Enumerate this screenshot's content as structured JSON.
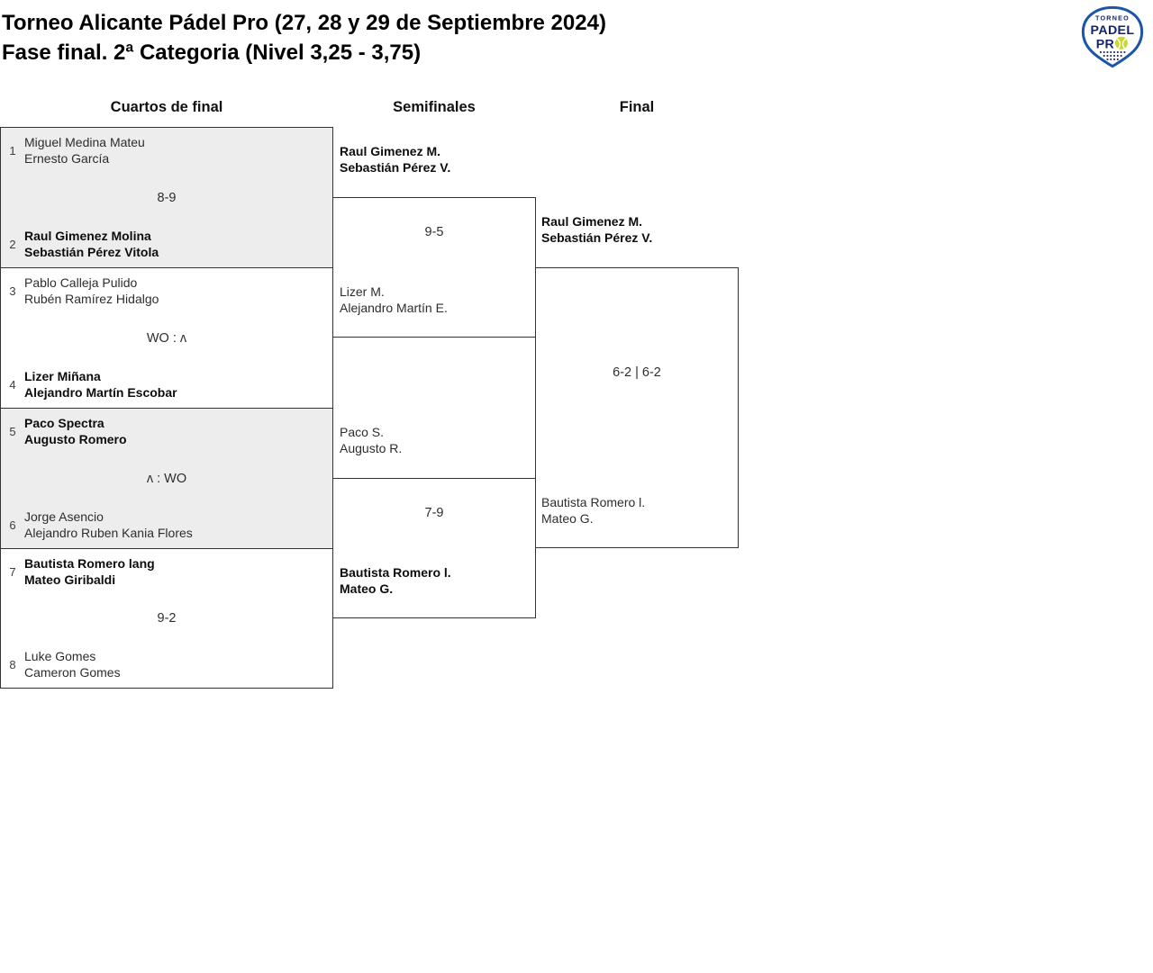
{
  "page_title": {
    "line1": "Torneo Alicante Pádel Pro (27, 28 y 29 de Septiembre 2024)",
    "line2": "Fase final. 2ª Categoria (Nivel 3,25 - 3,75)"
  },
  "logo": {
    "word_top": "TORNEO",
    "word_main": "PADEL",
    "word_sub": "PR",
    "ball_icon": "padel-ball-icon",
    "navy": "#15236b",
    "blue": "#1d55a8",
    "ball_green": "#c9d92e"
  },
  "round_headers": {
    "quarterfinals": "Cuartos de final",
    "semifinals": "Semifinales",
    "final": "Final"
  },
  "bracket": {
    "quarterfinals": [
      {
        "seed_top": "1",
        "top_player1": "Miguel Medina Mateu",
        "top_player2": "Ernesto García",
        "top_winner": false,
        "score": "8-9",
        "seed_bottom": "2",
        "bottom_player1": "Raul Gimenez Molina",
        "bottom_player2": "Sebastián Pérez Vitola",
        "bottom_winner": true
      },
      {
        "seed_top": "3",
        "top_player1": "Pablo Calleja Pulido",
        "top_player2": "Rubén Ramírez Hidalgo",
        "top_winner": false,
        "score": "WO : ʌ",
        "seed_bottom": "4",
        "bottom_player1": "Lizer Miñana",
        "bottom_player2": "Alejandro Martín Escobar",
        "bottom_winner": true
      },
      {
        "seed_top": "5",
        "top_player1": "Paco Spectra",
        "top_player2": "Augusto Romero",
        "top_winner": true,
        "score": "ʌ : WO",
        "seed_bottom": "6",
        "bottom_player1": "Jorge Asencio",
        "bottom_player2": "Alejandro Ruben Kania Flores",
        "bottom_winner": false
      },
      {
        "seed_top": "7",
        "top_player1": "Bautista Romero lang",
        "top_player2": "Mateo Giribaldi",
        "top_winner": true,
        "score": "9-2",
        "seed_bottom": "8",
        "bottom_player1": "Luke Gomes",
        "bottom_player2": "Cameron Gomes",
        "bottom_winner": false
      }
    ],
    "semifinals": [
      {
        "top_player1": "Raul Gimenez M.",
        "top_player2": "Sebastián Pérez V.",
        "top_winner": true,
        "score": "9-5",
        "bottom_player1": "Lizer M.",
        "bottom_player2": "Alejandro Martín E.",
        "bottom_winner": false
      },
      {
        "top_player1": "Paco S.",
        "top_player2": "Augusto R.",
        "top_winner": false,
        "score": "7-9",
        "bottom_player1": "Bautista Romero l.",
        "bottom_player2": "Mateo G.",
        "bottom_winner": true
      }
    ],
    "final": {
      "top_player1": "Raul Gimenez M.",
      "top_player2": "Sebastián Pérez V.",
      "top_winner": true,
      "score": "6-2 | 6-2",
      "bottom_player1": "Bautista Romero l.",
      "bottom_player2": "Mateo G.",
      "bottom_winner": false
    }
  },
  "colors": {
    "shaded_match_bg": "#ededed",
    "border": "#333333"
  }
}
